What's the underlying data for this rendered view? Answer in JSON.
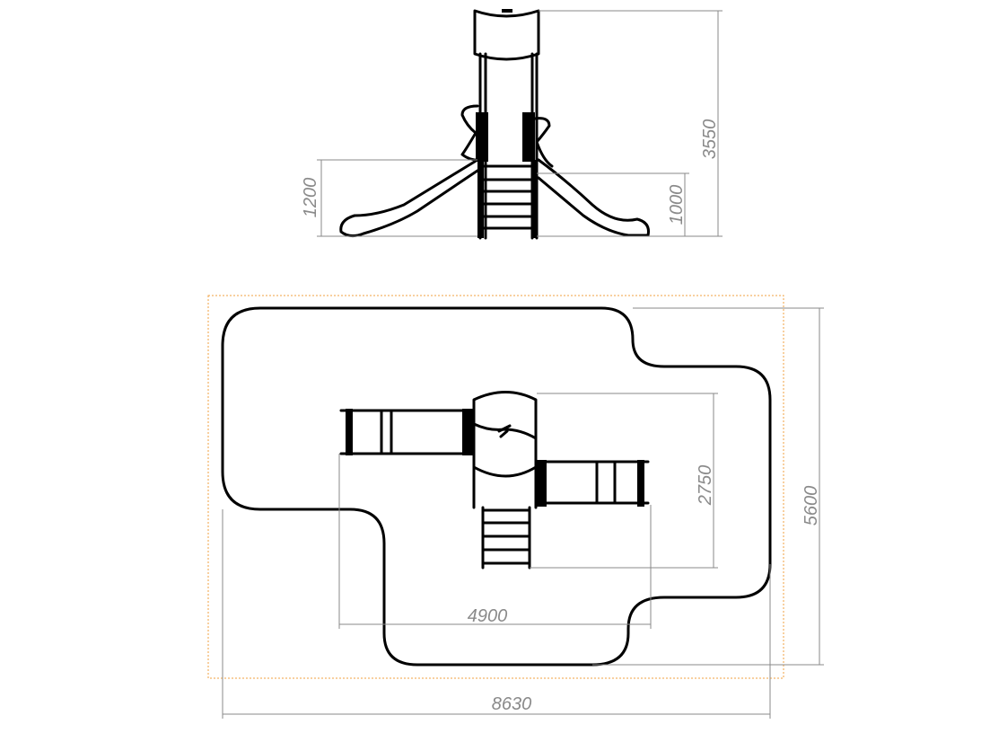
{
  "drawing": {
    "elevation_view": {
      "dimensions": {
        "total_height": "3550",
        "left_slide_height": "1200",
        "right_slide_height": "1000"
      }
    },
    "plan_view": {
      "dimensions": {
        "equipment_depth": "2750",
        "equipment_width": "4900",
        "zone_depth": "5600",
        "zone_width": "8630"
      }
    },
    "colors": {
      "line": "#000000",
      "dimension": "#8a8a8a",
      "boundary_frame": "#f0a040"
    }
  }
}
